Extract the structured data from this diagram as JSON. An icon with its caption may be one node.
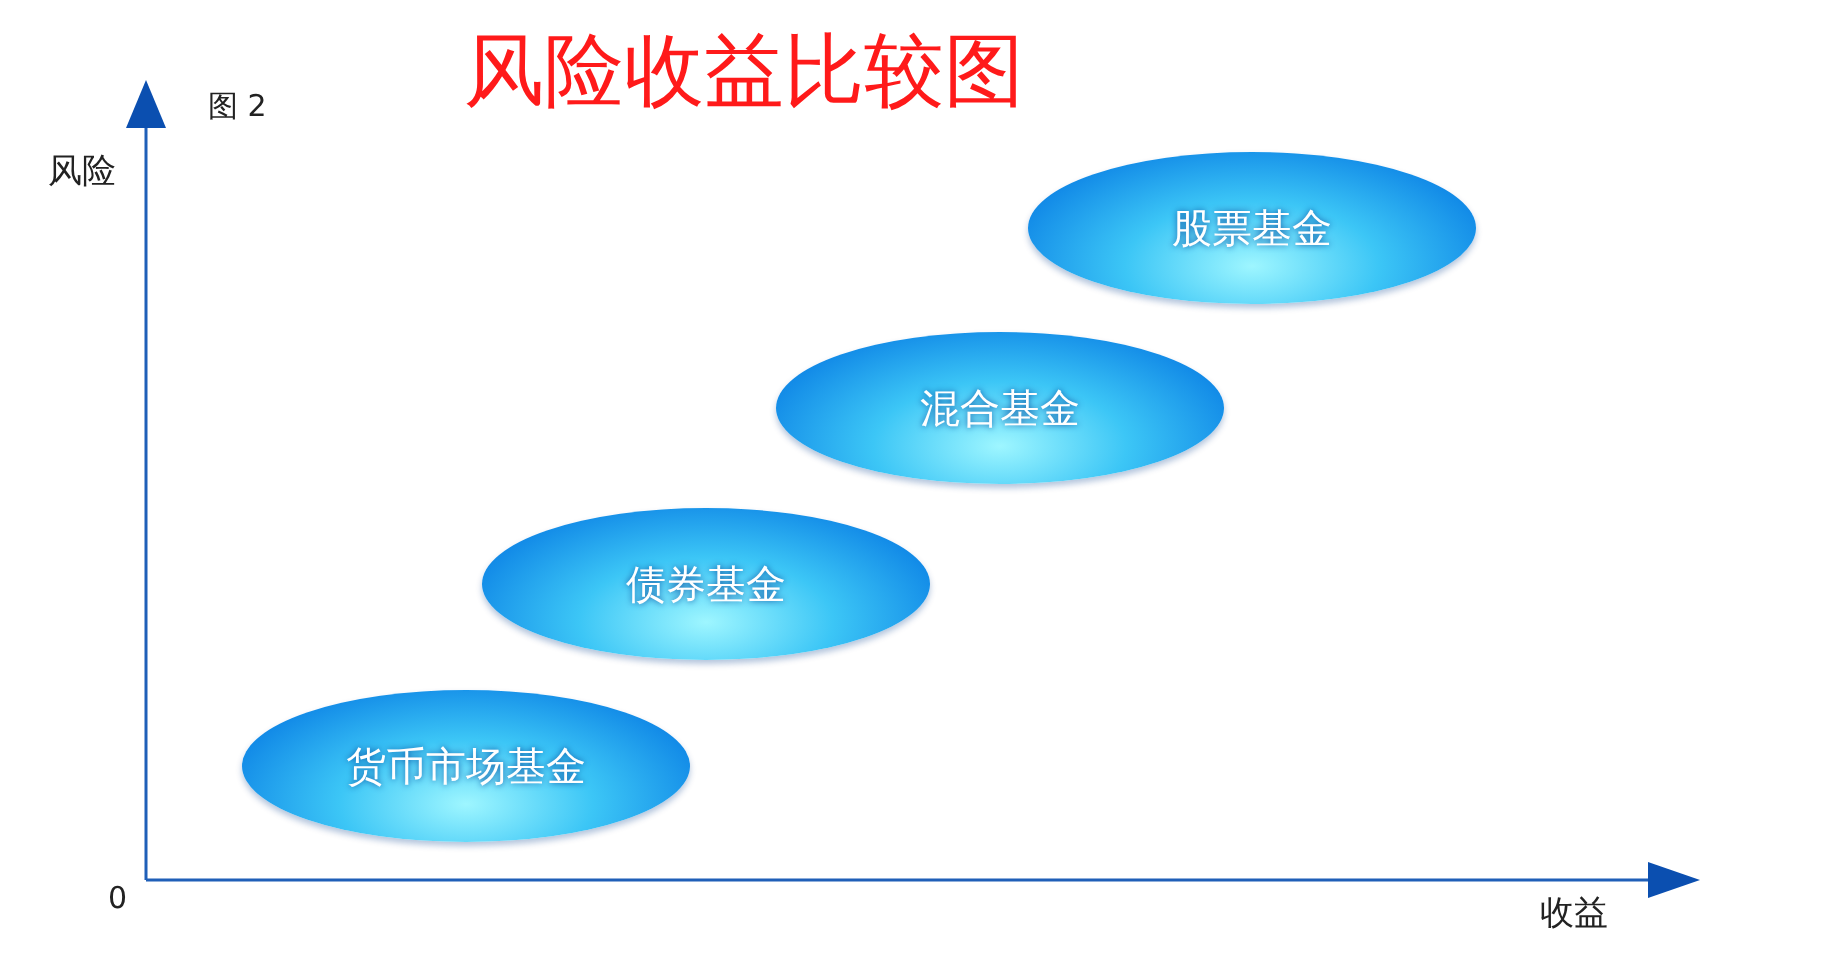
{
  "diagram": {
    "title": "风险收益比较图",
    "nodes": [
      {
        "text": [
          "货币市场基金"
        ]
      },
      {
        "text": [
          "债券基金"
        ]
      },
      {
        "text": [
          "混合基金"
        ]
      },
      {
        "text": [
          "股票基金"
        ]
      }
    ],
    "labels": [
      "图 2",
      "风险",
      "0",
      "收益"
    ]
  }
}
